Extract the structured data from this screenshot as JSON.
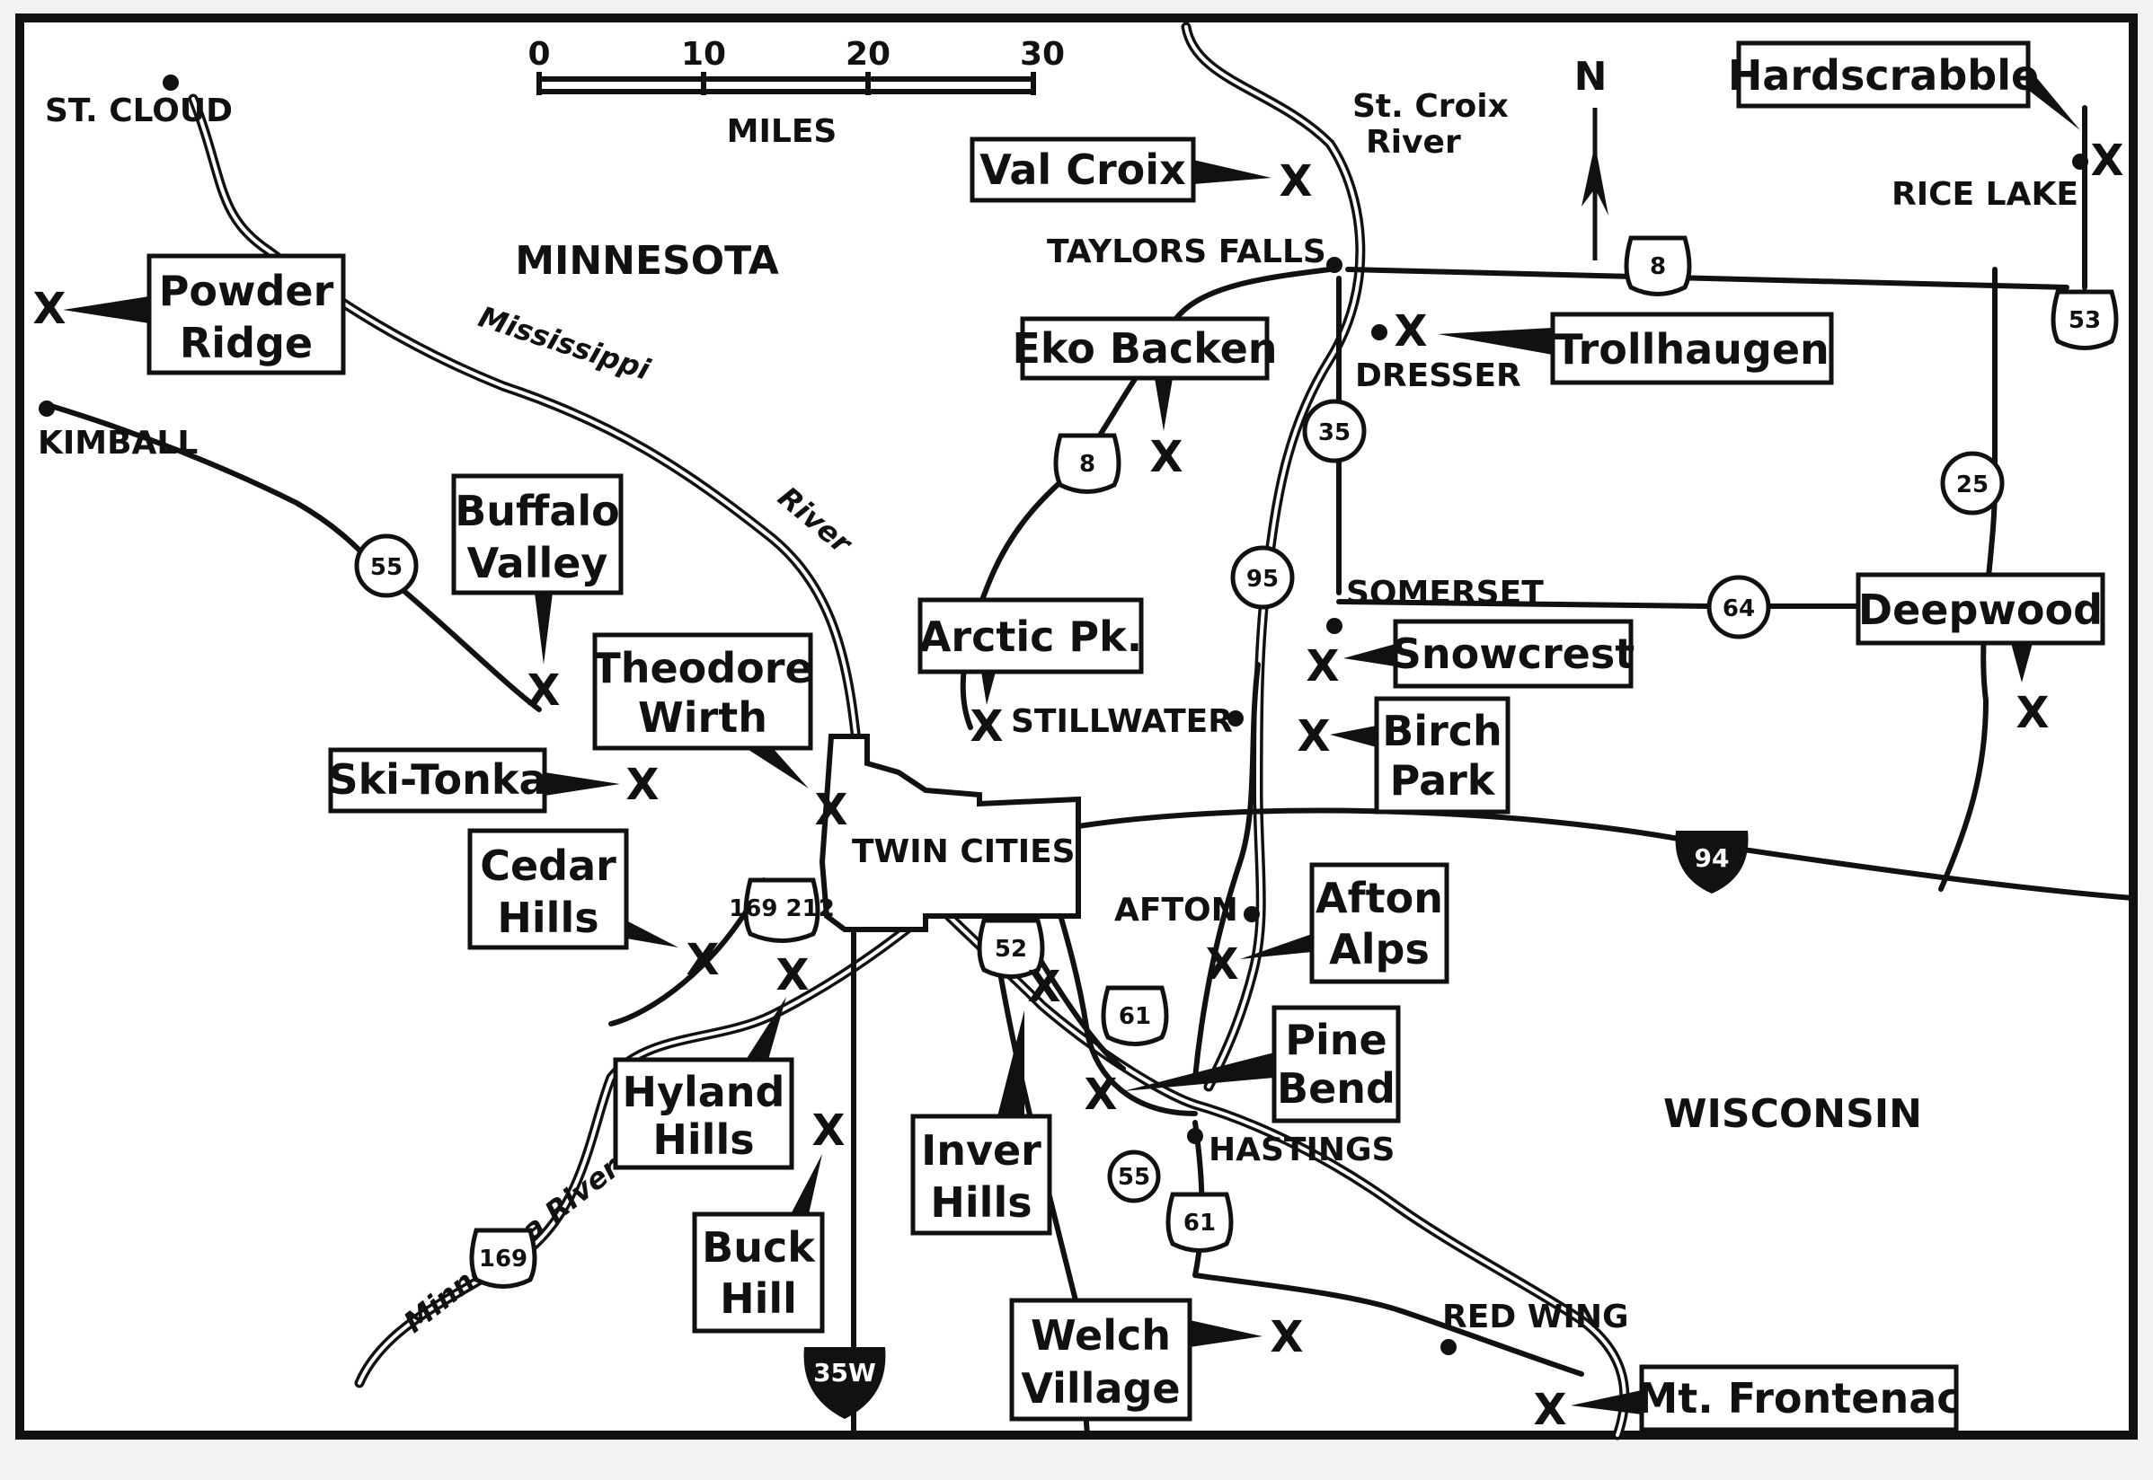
{
  "scale": {
    "ticks": [
      "0",
      "10",
      "20",
      "30"
    ],
    "unit": "MILES"
  },
  "north_label": "N",
  "states": {
    "minnesota": "MINNESOTA",
    "wisconsin": "WISCONSIN"
  },
  "rivers": {
    "mississippi": "Mississippi",
    "river_word": "River",
    "st_croix_1": "St. Croix",
    "st_croix_2": "River",
    "minnesota": "Minnesota River"
  },
  "cities": {
    "st_cloud": "ST. CLOUD",
    "kimball": "KIMBALL",
    "taylors_falls": "TAYLORS FALLS",
    "dresser": "DRESSER",
    "rice_lake": "RICE LAKE",
    "somerset": "SOMERSET",
    "stillwater": "STILLWATER",
    "twin_cities": "TWIN CITIES",
    "afton": "AFTON",
    "hastings": "HASTINGS",
    "red_wing": "RED WING"
  },
  "ski_areas": {
    "powder_ridge": [
      "Powder",
      "Ridge"
    ],
    "buffalo_valley": [
      "Buffalo",
      "Valley"
    ],
    "theodore_wirth": [
      "Theodore",
      "Wirth"
    ],
    "ski_tonka": [
      "Ski-Tonka"
    ],
    "cedar_hills": [
      "Cedar",
      "Hills"
    ],
    "hyland_hills": [
      "Hyland",
      "Hills"
    ],
    "buck_hill": [
      "Buck",
      "Hill"
    ],
    "inver_hills": [
      "Inver",
      "Hills"
    ],
    "welch_village": [
      "Welch",
      "Village"
    ],
    "mt_frontenac": [
      "Mt. Frontenac"
    ],
    "pine_bend": [
      "Pine",
      "Bend"
    ],
    "afton_alps": [
      "Afton",
      "Alps"
    ],
    "birch_park": [
      "Birch",
      "Park"
    ],
    "snowcrest": [
      "Snowcrest"
    ],
    "arctic_pk": [
      "Arctic Pk."
    ],
    "eko_backen": [
      "Eko Backen"
    ],
    "val_croix": [
      "Val Croix"
    ],
    "trollhaugen": [
      "Trollhaugen"
    ],
    "deepwood": [
      "Deepwood"
    ],
    "hardscrabble": [
      "Hardscrabble"
    ]
  },
  "ski_marker": "X",
  "highways": {
    "us8_a": "8",
    "us8_b": "8",
    "us53": "53",
    "wi25": "25",
    "wi64": "64",
    "wi35": "35",
    "mn95": "95",
    "mn55_a": "55",
    "mn55_b": "55",
    "us52": "52",
    "us61_a": "61",
    "us61_b": "61",
    "us169": "169",
    "us169_212": "169 212",
    "us212": "212",
    "i94": "94",
    "i35w": "35W"
  }
}
